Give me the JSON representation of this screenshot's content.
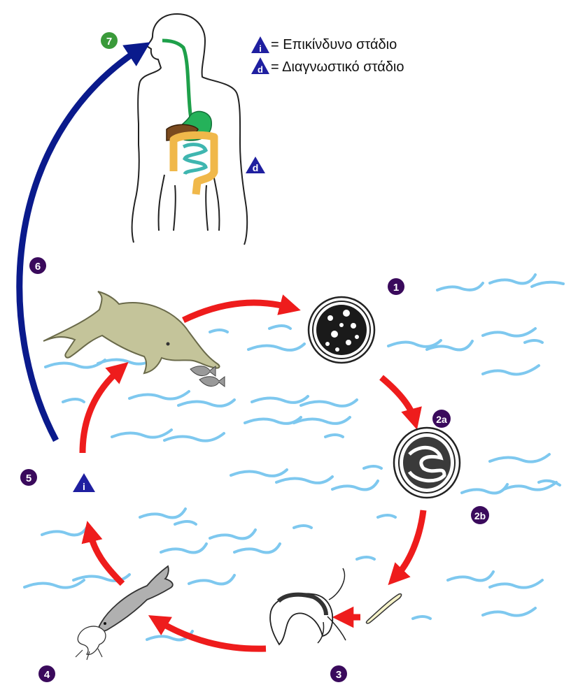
{
  "legend": {
    "infective_symbol": "i",
    "infective_text": "= Επικίνδυνο στάδιο",
    "diagnostic_symbol": "d",
    "diagnostic_text": "= Διαγνωστικό στάδιο"
  },
  "human": {
    "diagnostic_marker": "d"
  },
  "stages": {
    "s1": "1",
    "s2a": "2a",
    "s2b": "2b",
    "s3": "3",
    "s4": "4",
    "s5": "5",
    "s6": "6",
    "s7": "7"
  },
  "infective_marker": "i",
  "colors": {
    "water": "#7ec8ef",
    "arrow_red": "#ee1c1c",
    "arrow_blue": "#0a1a8c",
    "badge_purple": "#3a0a5c",
    "badge_green": "#3a9a3a",
    "triangle_blue": "#1f1fa0",
    "dolphin": "#c4c49a",
    "fish": "#b0b0b0",
    "egg": "#1a1a1a"
  }
}
